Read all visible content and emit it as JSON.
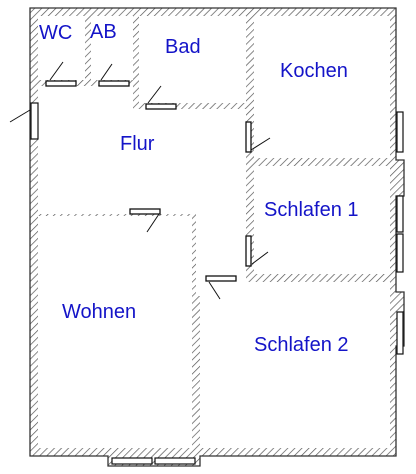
{
  "plan": {
    "rooms": [
      {
        "id": "wc",
        "label": "WC"
      },
      {
        "id": "ab",
        "label": "AB"
      },
      {
        "id": "bad",
        "label": "Bad"
      },
      {
        "id": "kochen",
        "label": "Kochen"
      },
      {
        "id": "flur",
        "label": "Flur"
      },
      {
        "id": "schlafen1",
        "label": "Schlafen 1"
      },
      {
        "id": "wohnen",
        "label": "Wohnen"
      },
      {
        "id": "schlafen2",
        "label": "Schlafen 2"
      }
    ],
    "colors": {
      "label": "#1414c8",
      "wall_outline": "#333333",
      "hatch": "#555555",
      "background": "#ffffff"
    }
  }
}
